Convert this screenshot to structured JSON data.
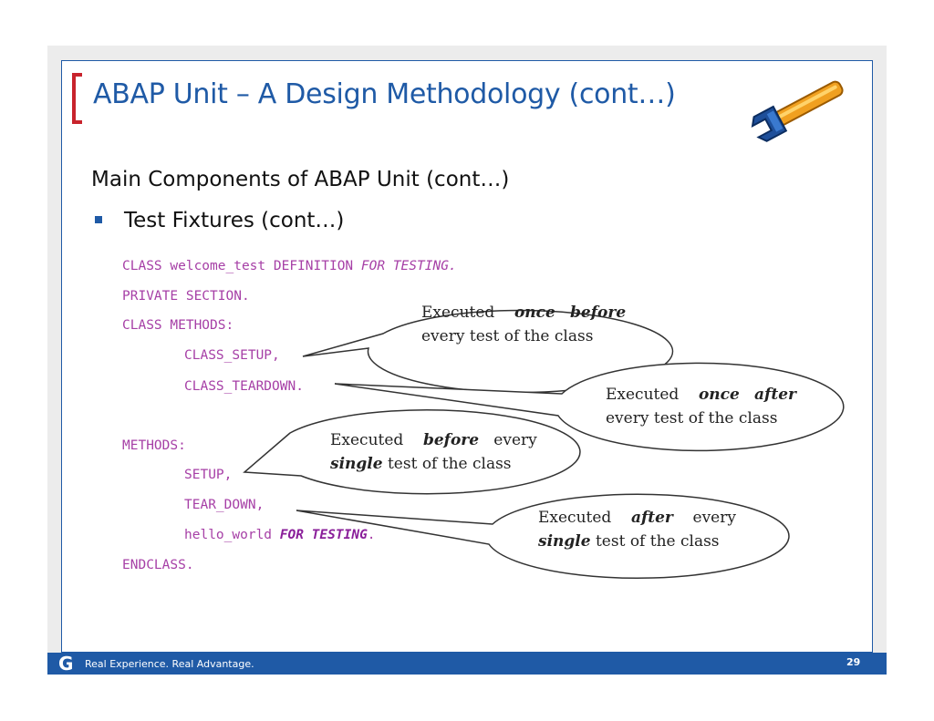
{
  "slide": {
    "title": "ABAP Unit – A Design Methodology (cont…)",
    "subtitle": "Main Components of ABAP Unit (cont…)",
    "bullet": "Test Fixtures (cont…)"
  },
  "code": {
    "line1_a": "CLASS welcome_test DEFINITION ",
    "line1_b": "FOR TESTING.",
    "line2": "PRIVATE SECTION.",
    "line3": "CLASS METHODS:",
    "line4": "CLASS_SETUP,",
    "line5": "CLASS_TEARDOWN.",
    "line6": "METHODS:",
    "line7": "SETUP,",
    "line8": "TEAR_DOWN,",
    "line9_a": "hello_world  ",
    "line9_b": "FOR TESTING",
    "line9_c": ".",
    "line10": "ENDCLASS."
  },
  "callouts": {
    "c1": {
      "w1": "Executed",
      "w2": "once",
      "w3": "before",
      "line2": "every test of the class"
    },
    "c2": {
      "w1": "Executed",
      "w2": "once",
      "w3": "after",
      "line2": "every test of the class"
    },
    "c3": {
      "w1": "Executed",
      "w2": "before",
      "w3": "every",
      "line2_b": "single",
      "line2_c": " test of the class"
    },
    "c4": {
      "w1": "Executed",
      "w2": "after",
      "w3": "every",
      "line2_b": "single",
      "line2_c": " test of the class"
    }
  },
  "footer": {
    "logo": "G",
    "tagline": "Real Experience. Real Advantage.",
    "page_number": "29"
  },
  "colors": {
    "accent": "#1f5aa6",
    "bracket": "#c8232c",
    "code": "#a63fa6"
  }
}
